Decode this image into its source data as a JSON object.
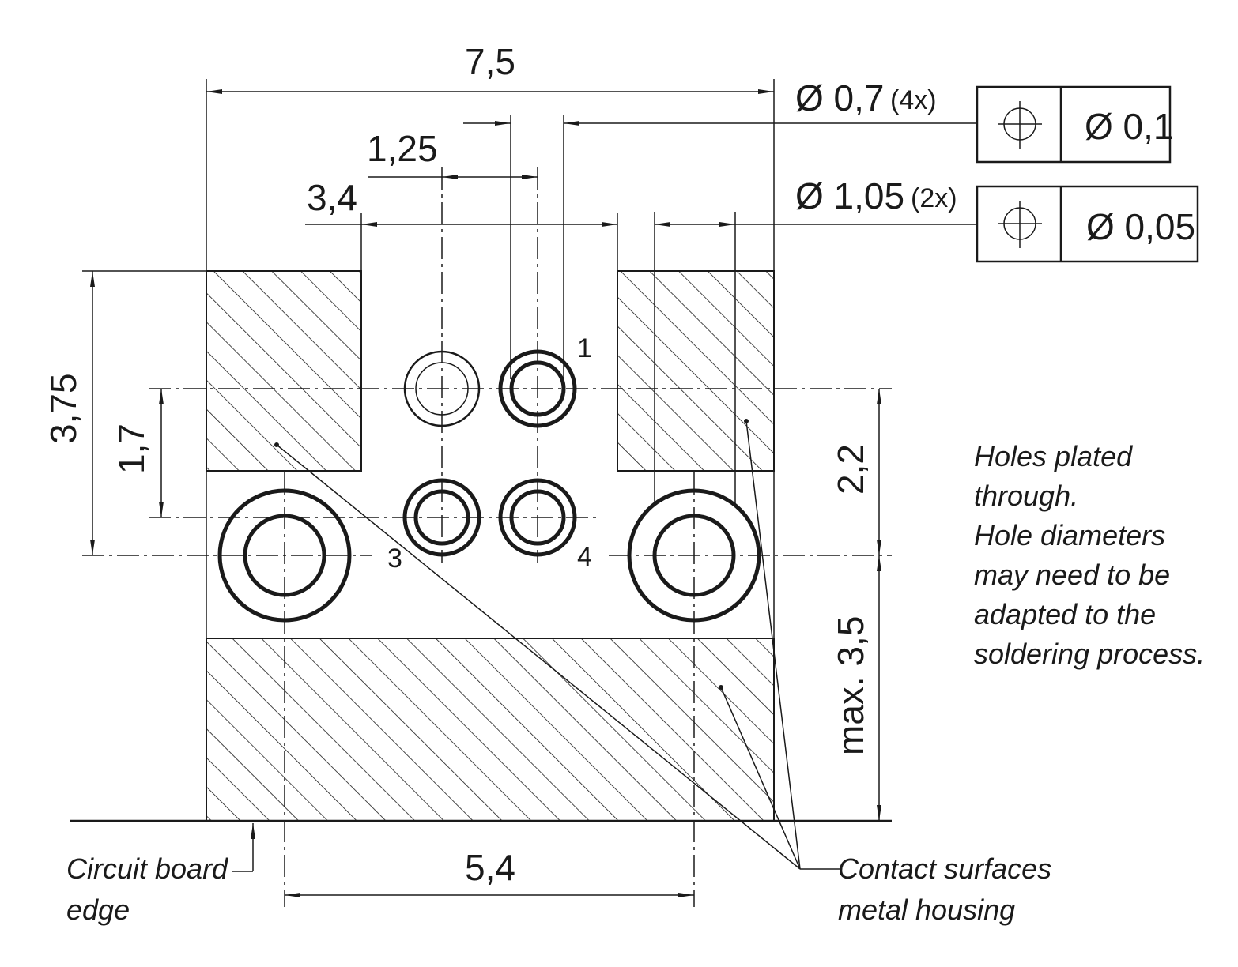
{
  "dimensions": {
    "width_total": "7,5",
    "hole_small_diameter": "Ø 0,7",
    "hole_small_count": "(4x)",
    "pin_pitch": "1,25",
    "gap_width": "3,4",
    "hole_large_diameter": "Ø 1,05",
    "hole_large_count": "(2x)",
    "height_total": "3,75",
    "row_spacing": "1,7",
    "height_upper": "2,2",
    "height_lower": "max. 3,5",
    "large_hole_pitch": "5,4"
  },
  "tolerance_frames": [
    {
      "symbol": "position-icon",
      "value": "Ø 0,1"
    },
    {
      "symbol": "position-icon",
      "value": "Ø 0,05"
    }
  ],
  "pin_labels": {
    "pin1": "1",
    "pin3": "3",
    "pin4": "4"
  },
  "notes": {
    "plating": [
      "Holes plated",
      "through.",
      "Hole diameters",
      "may need to be",
      "adapted to the",
      "soldering process."
    ],
    "board_edge": [
      "Circuit board",
      "edge"
    ],
    "contact_surfaces": [
      "Contact surfaces",
      "metal housing"
    ]
  }
}
